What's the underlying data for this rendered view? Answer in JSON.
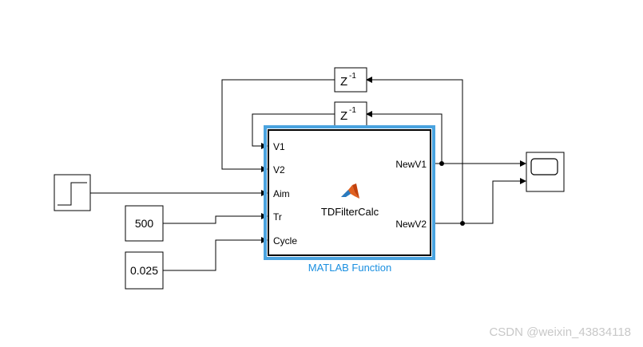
{
  "delay_blocks": [
    {
      "label": "Z",
      "exponent": "-1"
    },
    {
      "label": "Z",
      "exponent": "-1"
    }
  ],
  "constants": [
    {
      "value": "500"
    },
    {
      "value": "0.025"
    }
  ],
  "function_block": {
    "name": "TDFilterCalc",
    "caption": "MATLAB Function",
    "inputs": [
      "V1",
      "V2",
      "Aim",
      "Tr",
      "Cycle"
    ],
    "outputs": [
      "NewV1",
      "NewV2"
    ],
    "icon": "matlab-logo-icon"
  },
  "step_block": {
    "icon": "step-icon"
  },
  "scope_block": {
    "icon": "scope-icon"
  },
  "watermark": "CSDN @weixin_43834118",
  "colors": {
    "selection": "#4aa3df",
    "caption": "#1a8fe0",
    "line": "#000000",
    "watermark": "#c8c8c8"
  }
}
